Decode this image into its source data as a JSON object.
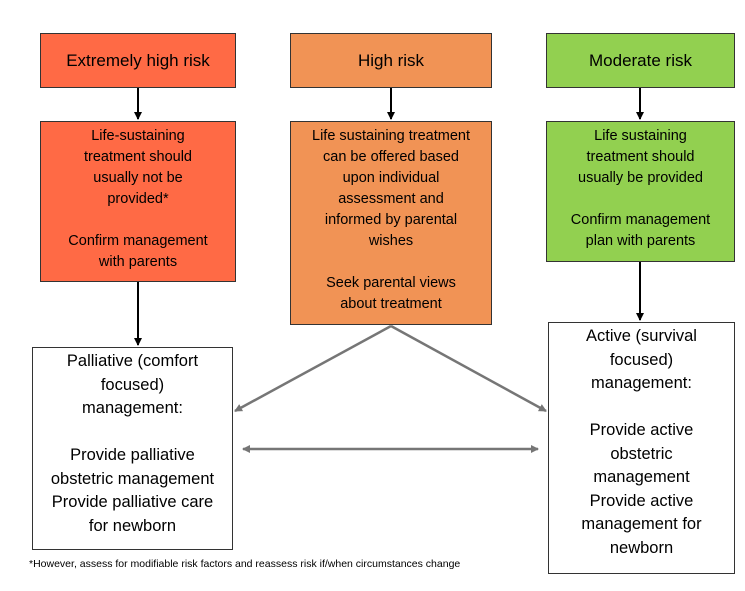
{
  "colors": {
    "extreme": "#FF6A45",
    "high": "#F19355",
    "moderate": "#92D050",
    "border": "#333333",
    "arrow_dark": "#000000",
    "arrow_grey": "#767676"
  },
  "columns": [
    {
      "header": "Extremely high risk",
      "body": "Life-sustaining\ntreatment should\nusually not be\nprovided*\n\nConfirm management\nwith parents"
    },
    {
      "header": "High risk",
      "body": "Life sustaining treatment\ncan be offered based\nupon individual\nassessment and\ninformed by parental\nwishes\n\nSeek parental views\nabout treatment"
    },
    {
      "header": "Moderate risk",
      "body": "Life sustaining\ntreatment should\nusually be provided\n\nConfirm management\nplan with parents"
    }
  ],
  "outcomes": {
    "palliative": "Palliative  (comfort\nfocused)\nmanagement:\n\nProvide palliative\nobstetric management\nProvide palliative care\nfor newborn",
    "active": "Active (survival\nfocused)\nmanagement:\n\nProvide active\nobstetric\nmanagement\nProvide active\nmanagement for\nnewborn"
  },
  "footnote": "*However, assess for modifiable risk factors and reassess risk if/when circumstances change"
}
